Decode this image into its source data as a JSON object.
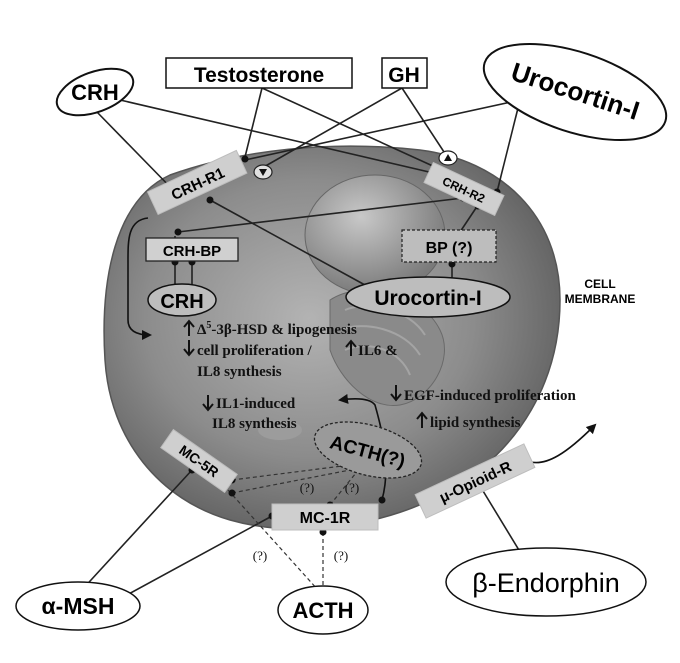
{
  "ligands": {
    "crh_top": "CRH",
    "testosterone": "Testosterone",
    "gh": "GH",
    "urocortin_top": "Urocortin-I",
    "alpha_msh": "α-MSH",
    "acth_bottom": "ACTH",
    "beta_endorphin": "β-Endorphin"
  },
  "receptors": {
    "crh_r1": "CRH-R1",
    "crh_r2": "CRH-R2",
    "mc5r": "MC-5R",
    "mc1r": "MC-1R",
    "opioid_r": "μ-Opioid-R"
  },
  "intracellular": {
    "crh_bp": "CRH-BP",
    "bp_unknown": "BP (?)",
    "crh_inner": "CRH",
    "urocortin_inner": "Urocortin-I",
    "acth_inner": "ACTH(?)",
    "membrane_line1": "CELL",
    "membrane_line2": "MEMBRANE"
  },
  "effects": {
    "lipo_prefix": "Δ",
    "lipo_sup": "5",
    "lipo_rest": "-3β-HSD & lipogenesis",
    "prolif_a": "cell proliferation /",
    "prolif_b": "IL6 &",
    "il8": "IL8 synthesis",
    "il1_line1": "IL1-induced",
    "il1_line2": "IL8 synthesis",
    "egf": "EGF-induced proliferation",
    "lipid": "lipid synthesis"
  },
  "question_marks": {
    "q1": "(?)",
    "q2": "(?)",
    "q3": "(?)",
    "q4": "(?)"
  },
  "colors": {
    "cell": "#8c8c8c",
    "cell_dark": "#5e5e5e",
    "receptor_fill": "#cfcfcf",
    "line": "#222222"
  }
}
